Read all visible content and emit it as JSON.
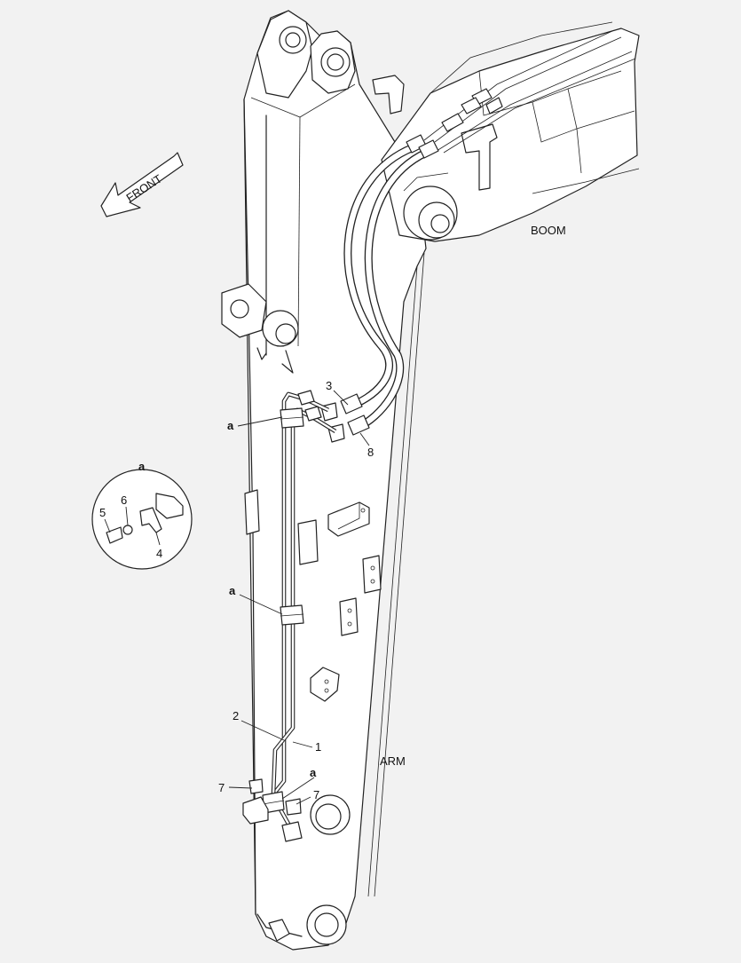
{
  "labels": {
    "front": "FRONT",
    "boom": "BOOM",
    "arm": "ARM",
    "detail_title": "a"
  },
  "callouts": {
    "c1": "1",
    "c2": "2",
    "c3": "3",
    "c4": "4",
    "c5": "5",
    "c6": "6",
    "c7a": "7",
    "c7b": "7",
    "c8": "8",
    "ca1": "a",
    "ca2": "a",
    "ca3": "a"
  }
}
